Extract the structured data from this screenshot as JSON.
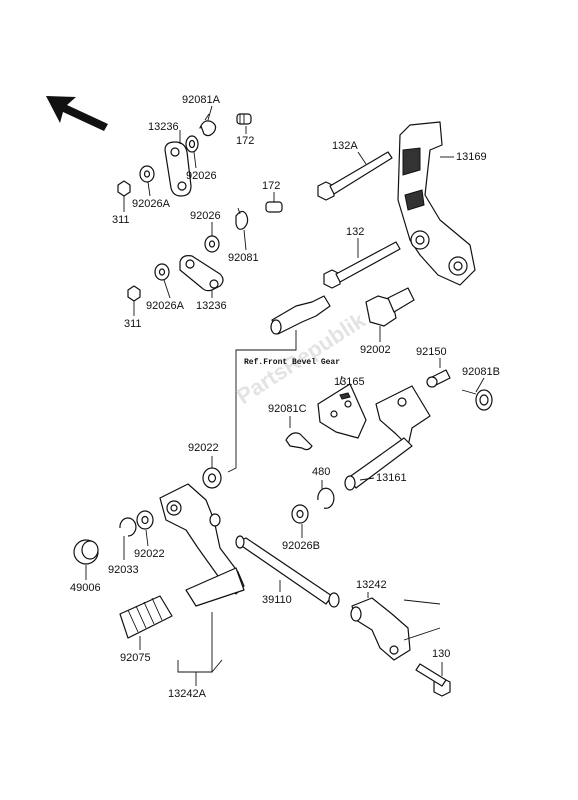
{
  "diagram": {
    "reference_note": "Ref.Front Bevel Gear",
    "watermark": "PartsRepublik",
    "labels": {
      "p92081A": "92081A",
      "p172_top": "172",
      "p13236_top": "13236",
      "p92026_top": "92026",
      "p92026A_top": "92026A",
      "p311_top": "311",
      "p172_mid": "172",
      "p92026_mid": "92026",
      "p92081": "92081",
      "p92026A_bot": "92026A",
      "p311_bot": "311",
      "p13236_bot": "13236",
      "p132A": "132A",
      "p13169": "13169",
      "p132": "132",
      "p92002": "92002",
      "p92150": "92150",
      "p92081B": "92081B",
      "p13165": "13165",
      "p92081C": "92081C",
      "p92022_top": "92022",
      "p480": "480",
      "p13161": "13161",
      "p92026B": "92026B",
      "p49006": "49006",
      "p92033": "92033",
      "p92022_bot": "92022",
      "p39110": "39110",
      "p13242": "13242",
      "p130": "130",
      "p92075": "92075",
      "p13242A": "13242A"
    }
  }
}
